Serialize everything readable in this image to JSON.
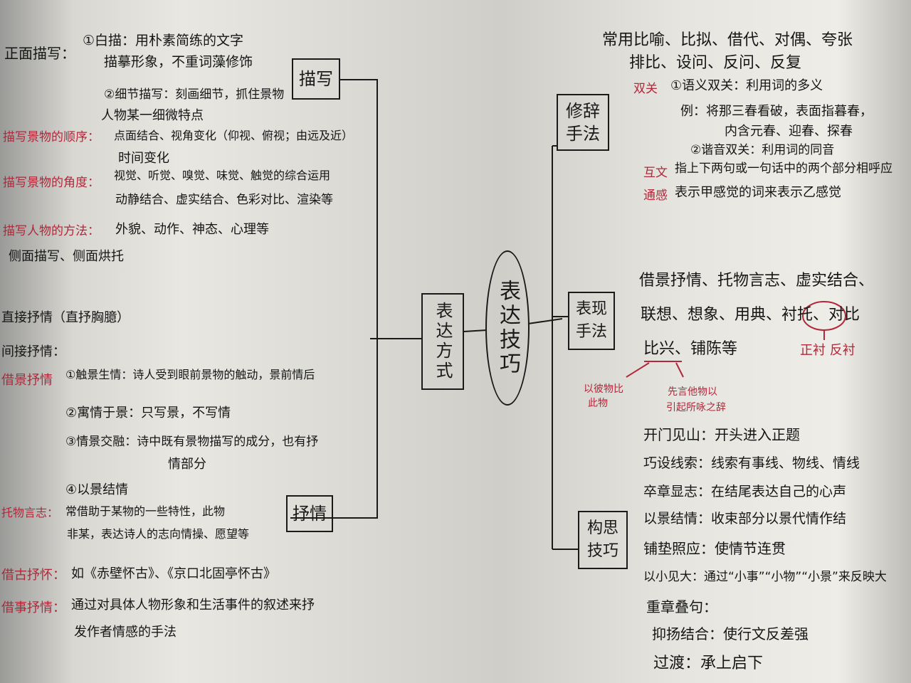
{
  "center": {
    "label": "表达技巧"
  },
  "left_branch": {
    "label": "表达方式",
    "miaoxie": {
      "label": "描写",
      "zhengmian": "正面描写：",
      "baimiao": "①白描：用朴素简练的文字",
      "baimiao_2": "描摹形象，不重词藻修饰",
      "xijie": "②细节描写：刻画细节，抓住景物",
      "xijie_2": "人物某一细微特点",
      "shunxu_label": "描写景物的顺序：",
      "shunxu_text": "点面结合、视角变化（仰视、俯视；由远及近）",
      "shunxu_text_2": "时间变化",
      "jiaodu_label": "描写景物的角度：",
      "jiaodu_text": "视觉、听觉、嗅觉、味觉、触觉的综合运用",
      "jiaodu_text_2": "动静结合、虚实结合、色彩对比、渲染等",
      "renwu_label": "描写人物的方法：",
      "renwu_text": "外貌、动作、神态、心理等",
      "cemian": "侧面描写、侧面烘托"
    },
    "shuqing": {
      "label": "抒情",
      "zhijie": "直接抒情（直抒胸臆）",
      "jianjie": "间接抒情：",
      "jiejing_label": "借景抒情",
      "chujing": "①触景生情：诗人受到眼前景物的触动，景前情后",
      "yuqing": "②寓情于景：只写景，不写情",
      "jiaorong": "③情景交融：诗中既有景物描写的成分，也有抒",
      "jiaorong_2": "情部分",
      "yijing": "④以景结情",
      "tuowu_label": "托物言志：",
      "tuowu_text": "常借助于某物的一些特性，此物",
      "tuowu_text_2": "非某，表达诗人的志向情操、愿望等",
      "jiegu_label": "借古抒怀：",
      "jiegu_text": "如《赤壁怀古》、《京口北固亭怀古》",
      "jieshi_label": "借事抒情：",
      "jieshi_text": "通过对具体人物形象和生活事件的叙述来抒",
      "jieshi_text_2": "发作者情感的手法"
    }
  },
  "right_branch": {
    "xiuci": {
      "label": "修辞手法",
      "changyong": "常用比喻、比拟、借代、对偶、夸张",
      "changyong_2": "排比、设问、反问、反复",
      "shuangguan_label": "双关",
      "shuangguan_1": "①语义双关：利用词的多义",
      "shuangguan_li": "例：将那三春看破，表面指暮春，",
      "shuangguan_li_2": "内含元春、迎春、探春",
      "shuangguan_2": "②谐音双关：利用词的同音",
      "huwen_label": "互文",
      "huwen_text": "指上下两句或一句话中的两个部分相呼应",
      "tonggan_label": "通感",
      "tonggan_text": "表示甲感觉的词来表示乙感觉"
    },
    "biaoxian": {
      "label": "表现手法",
      "line1": "借景抒情、托物言志、虚实结合、",
      "line2": "联想、想象、用典、衬托、对比",
      "line3": "比兴、铺陈等",
      "chentuo_note": "正衬  反衬",
      "bixing_note_1": "以彼物比",
      "bixing_note_2": "此物",
      "bixing_note_3": "先言他物以",
      "bixing_note_4": "引起所咏之辞"
    },
    "gouzhao": {
      "label": "构思技巧",
      "items": [
        "开门见山：开头进入正题",
        "巧设线索：线索有事线、物线、情线",
        "卒章显志：在结尾表达自己的心声",
        "以景结情：收束部分以景代情作结",
        "铺垫照应：使情节连贯",
        "以小见大：通过“小事”“小物”“小景”来反映大",
        "重章叠句：",
        "抑扬结合：使行文反差强",
        "过渡：承上启下"
      ]
    }
  },
  "colors": {
    "ink": "#151515",
    "red_ink": "#b0283a",
    "paper": "#e6e5e0"
  }
}
